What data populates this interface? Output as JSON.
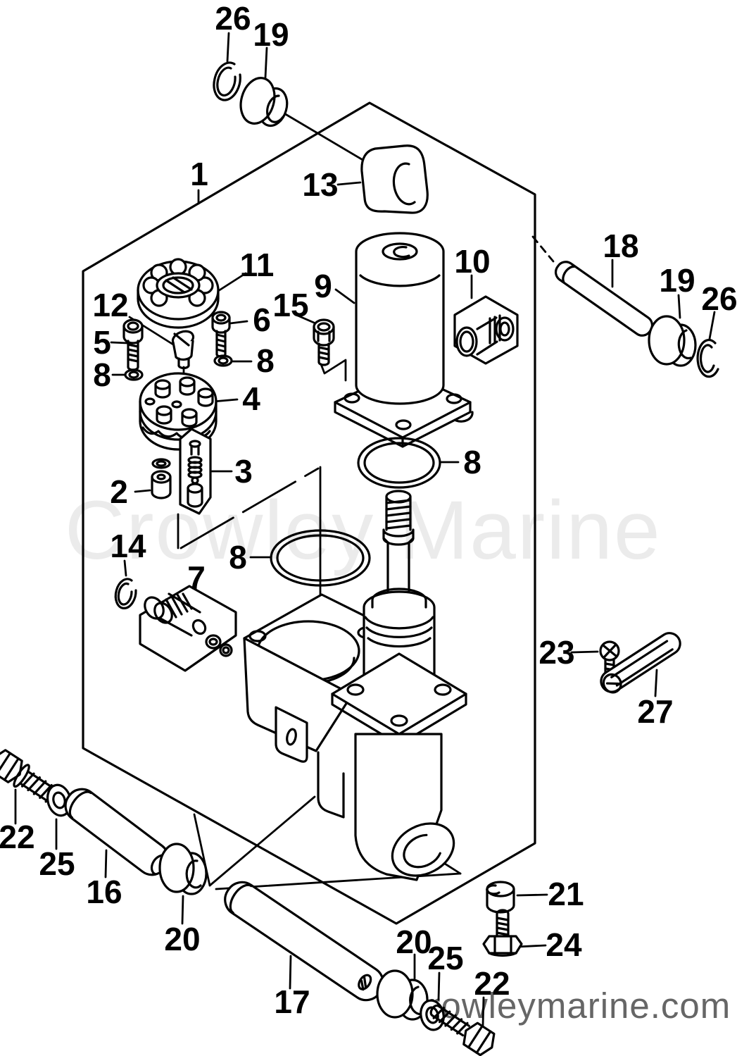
{
  "watermark": {
    "text": "Crowley Marine",
    "color": "#ebebeb"
  },
  "footer_watermark": {
    "text": "crowleymarine.com",
    "color": "#666666"
  },
  "diagram": {
    "type": "exploded-parts-diagram",
    "line_color": "#000000",
    "background": "#ffffff",
    "callout_numbers_shown": [
      "1",
      "2",
      "3",
      "4",
      "5",
      "6",
      "7",
      "8",
      "9",
      "10",
      "11",
      "12",
      "13",
      "14",
      "15",
      "16",
      "17",
      "18",
      "19",
      "20",
      "21",
      "22",
      "23",
      "24",
      "25",
      "26",
      "27"
    ]
  },
  "callouts": {
    "1": "1",
    "2": "2",
    "3": "3",
    "4": "4",
    "5": "5",
    "6": "6",
    "7": "7",
    "8": "8",
    "9": "9",
    "10": "10",
    "11": "11",
    "12": "12",
    "13": "13",
    "14": "14",
    "15": "15",
    "16": "16",
    "17": "17",
    "18": "18",
    "19": "19",
    "20": "20",
    "21": "21",
    "22": "22",
    "23": "23",
    "24": "24",
    "25": "25",
    "26": "26",
    "27": "27"
  }
}
